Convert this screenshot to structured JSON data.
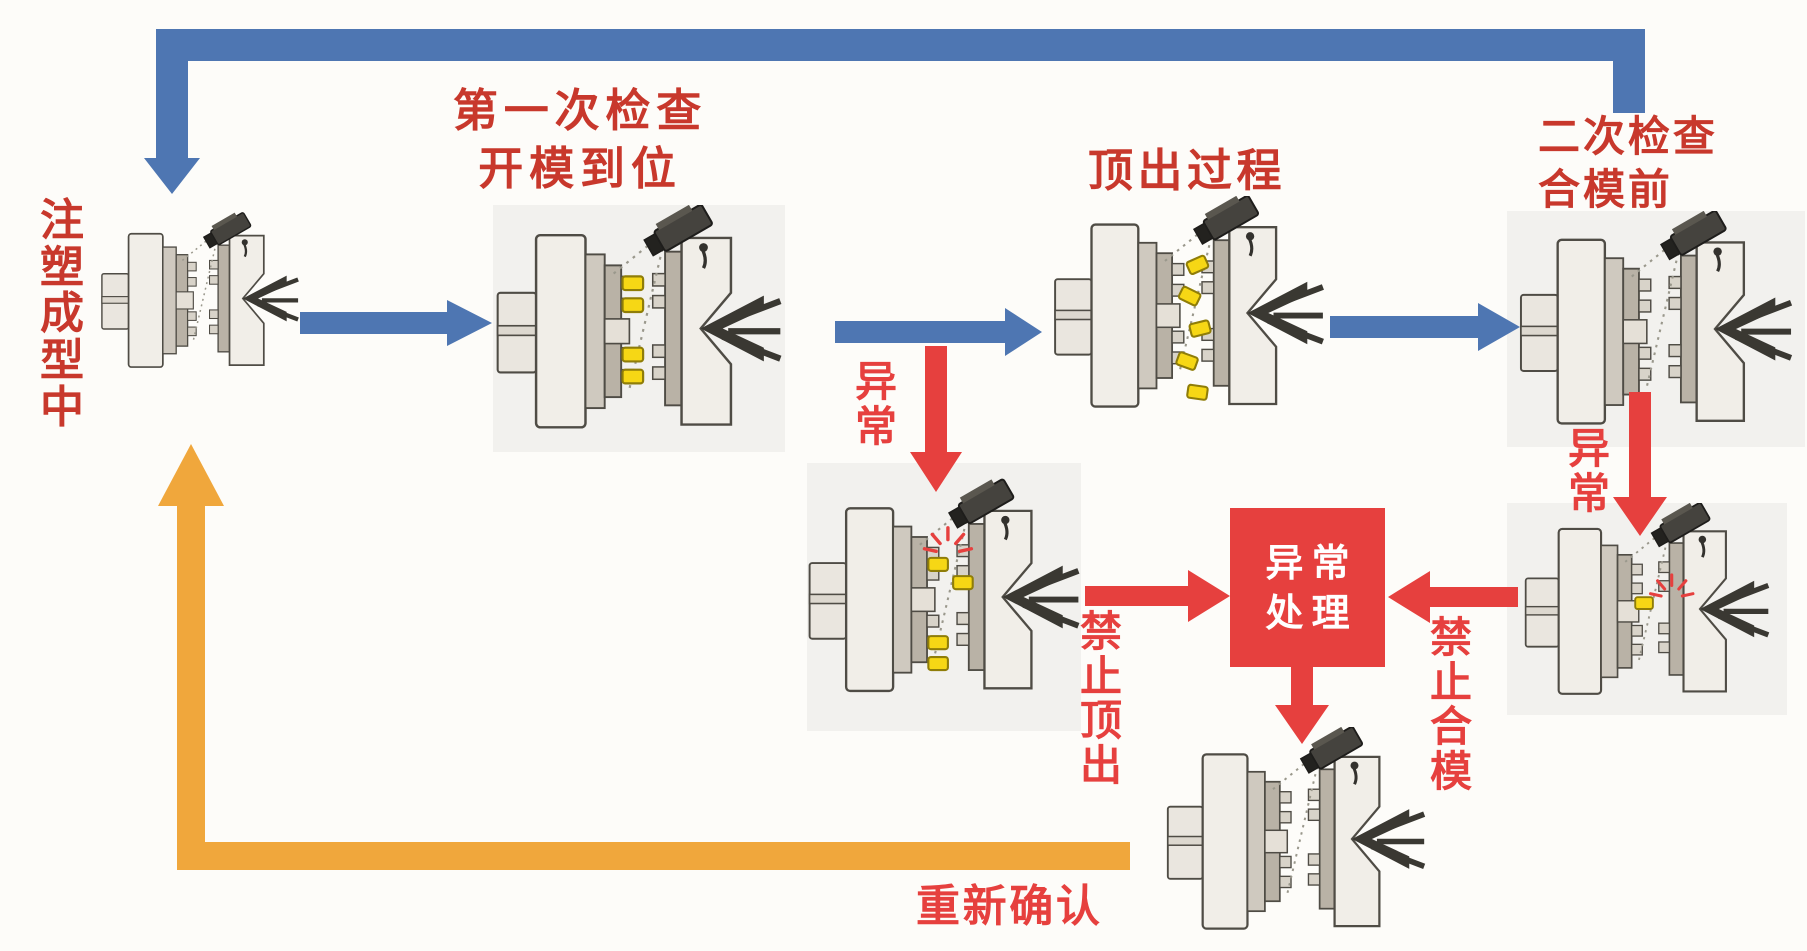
{
  "colors": {
    "background": "#fdfcf9",
    "normal_flow_blue": "#4e76b2",
    "abnormal_flow_red": "#e6403e",
    "label_red": "#c8382c",
    "return_flow_orange": "#f0a73c",
    "machine_panel_gray": "#f2f1ee",
    "part_yellow": "#f6d715",
    "box_text_white": "#ffffff"
  },
  "stations": {
    "molding": {
      "label": "注塑成型中"
    },
    "first_check": {
      "title_line1": "第一次检查",
      "title_line2": "开模到位"
    },
    "ejection": {
      "title": "顶出过程"
    },
    "second_check": {
      "title_line1": "二次检查",
      "title_line2": "合模前"
    }
  },
  "flow_labels": {
    "abnormal_after_first_check": "异常",
    "abnormal_after_second_check": "异常",
    "prohibit_ejection": "禁止顶出",
    "prohibit_mold_closing": "禁止合模",
    "reconfirm": "重新确认"
  },
  "abnormal_handling_box": {
    "line1": "异常",
    "line2": "处理"
  }
}
